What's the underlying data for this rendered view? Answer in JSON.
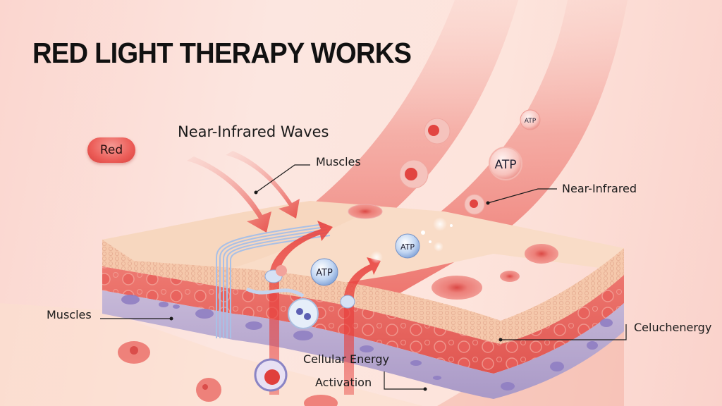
{
  "title": "RED LIGHT THERAPY WORKS",
  "badge": {
    "label": "Red",
    "color": "#e8524e"
  },
  "labels": {
    "near_infrared_waves": "Near-Infrared Waves",
    "muscles_top": "Muscles",
    "near_infrared": "Near-Infrared",
    "muscles_left": "Muscles",
    "celuchenergy": "Celuchenergy",
    "cellular_energy": "Cellular Energy",
    "activation": "Activation"
  },
  "atp_bubbles": [
    {
      "label": "ATP",
      "size": "small"
    },
    {
      "label": "ATP",
      "size": "large"
    },
    {
      "label": "ATP",
      "size": "medium"
    },
    {
      "label": "ATP",
      "size": "medium"
    }
  ],
  "colors": {
    "background": "#fce4de",
    "beam": "#f0807a",
    "skin_top": "#f9dcc6",
    "epidermis": "#f5c9ad",
    "dermis": "#e8625d",
    "subcutis": "#b8a9d0",
    "atp_blue": "#a9c4ea"
  }
}
